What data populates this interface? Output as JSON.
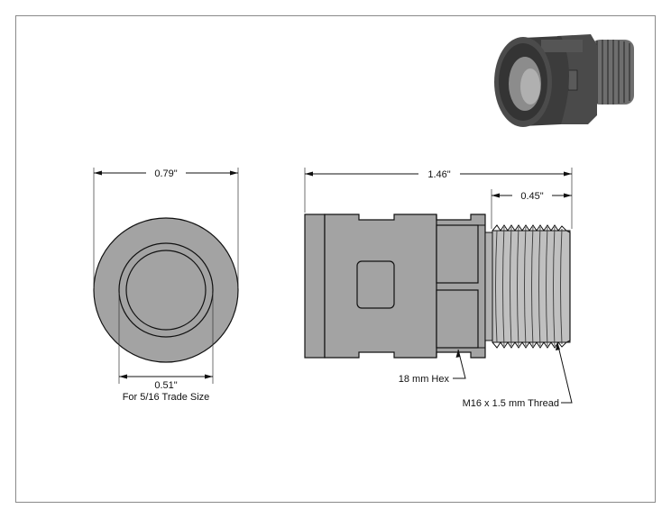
{
  "dimensions": {
    "front_outer_diameter": "0.79\"",
    "front_inner_diameter": "0.51\"",
    "trade_size_note": "For 5/16 Trade Size",
    "overall_length": "1.46\"",
    "thread_length": "0.45\""
  },
  "callouts": {
    "hex": "18 mm Hex",
    "thread": "M16 x 1.5 mm Thread"
  },
  "colors": {
    "body_fill": "#a3a3a3",
    "thread_fill": "#c0c0c0",
    "line": "#111111",
    "render_dark": "#3a3a3a"
  },
  "icons": {
    "product_render": "conduit-fitting-3d-render"
  }
}
